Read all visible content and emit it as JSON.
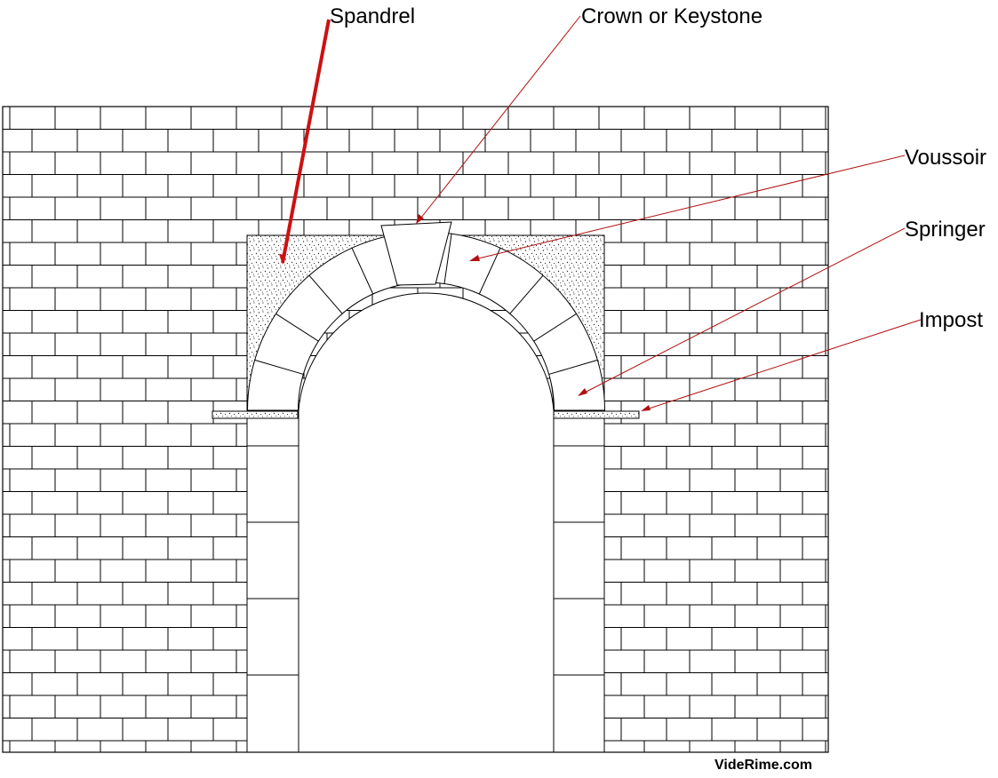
{
  "labels": {
    "spandrel": "Spandrel",
    "crown": "Crown or Keystone",
    "voussoir": "Voussoir",
    "springer": "Springer",
    "impost": "Impost"
  },
  "credit": "VideRime.com",
  "colors": {
    "line": "#000000",
    "leader": "#b01010",
    "spandrel_pointer": "#cc1111",
    "background": "#ffffff"
  }
}
